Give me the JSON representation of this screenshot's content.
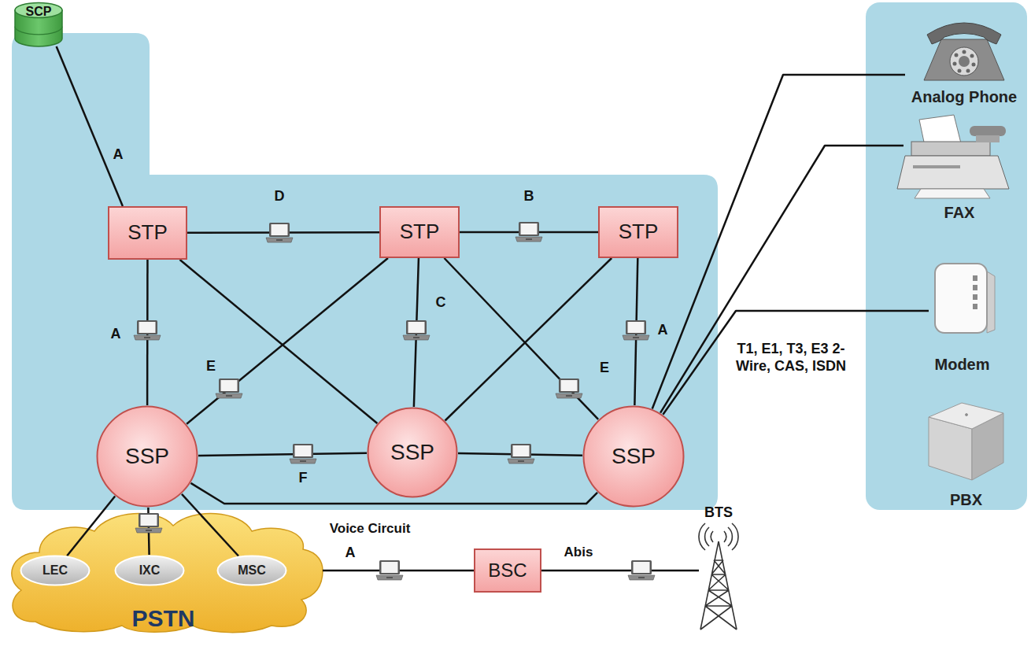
{
  "diagram": {
    "nodes": [
      {
        "text": [
          "SCP"
        ]
      },
      {
        "text": [
          "STP"
        ]
      },
      {
        "text": [
          "STP"
        ]
      },
      {
        "text": [
          "STP"
        ]
      },
      {
        "text": [
          "SSP"
        ]
      },
      {
        "text": [
          "SSP"
        ]
      },
      {
        "text": [
          "SSP"
        ]
      },
      {
        "text": [
          "PSTN"
        ]
      },
      {
        "text": [
          "LEC"
        ],
        "in": 7
      },
      {
        "text": [
          "IXC"
        ],
        "in": 7
      },
      {
        "text": [
          "MSC"
        ],
        "in": 7
      },
      {
        "text": [
          "BSC"
        ]
      },
      {
        "text": [
          "BTS"
        ]
      },
      {
        "text": [
          "Analog Phone"
        ]
      },
      {
        "text": [
          "FAX"
        ]
      },
      {
        "text": [
          "Modem"
        ]
      },
      {
        "text": [
          "PBX"
        ]
      }
    ],
    "edges": [
      {
        "from": 0,
        "to": 1,
        "label": "A",
        "arrow": "none"
      },
      {
        "from": 1,
        "to": 2,
        "label": "D",
        "arrow": "none"
      },
      {
        "from": 2,
        "to": 3,
        "label": "B",
        "arrow": "none"
      },
      {
        "from": 1,
        "to": 4,
        "label": "A",
        "arrow": "none"
      },
      {
        "from": 1,
        "to": 5,
        "arrow": "none"
      },
      {
        "from": 2,
        "to": 4,
        "label": "E",
        "arrow": "none"
      },
      {
        "from": 2,
        "to": 5,
        "label": "C",
        "arrow": "none"
      },
      {
        "from": 2,
        "to": 6,
        "label": "E",
        "arrow": "none"
      },
      {
        "from": 3,
        "to": 5,
        "arrow": "none"
      },
      {
        "from": 3,
        "to": 6,
        "label": "A",
        "arrow": "none"
      },
      {
        "from": 4,
        "to": 5,
        "label": "F",
        "arrow": "none"
      },
      {
        "from": 5,
        "to": 6,
        "arrow": "none"
      },
      {
        "from": 4,
        "to": 6,
        "label": "Voice Circuit",
        "arrow": "none"
      },
      {
        "from": 4,
        "to": 8,
        "arrow": "none"
      },
      {
        "from": 4,
        "to": 9,
        "arrow": "none"
      },
      {
        "from": 4,
        "to": 10,
        "arrow": "none"
      },
      {
        "from": 7,
        "to": 11,
        "label": "A",
        "arrow": "none"
      },
      {
        "from": 11,
        "to": 12,
        "label": "Abis",
        "arrow": "none"
      },
      {
        "from": 6,
        "to": 13,
        "arrow": "none"
      },
      {
        "from": 6,
        "to": 14,
        "arrow": "none"
      },
      {
        "from": 6,
        "to": 15,
        "arrow": "none"
      }
    ],
    "labels": [
      "T1, E1, T3, E3 2-Wire, CAS, ISDN"
    ]
  }
}
